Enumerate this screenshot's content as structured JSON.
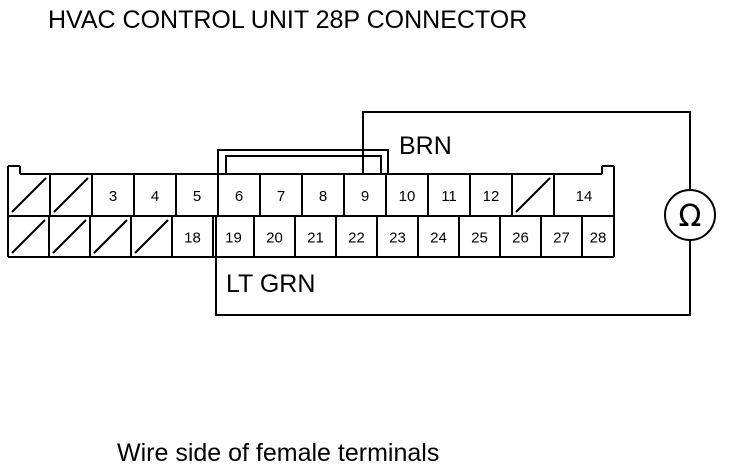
{
  "diagram": {
    "title": "HVAC CONTROL UNIT 28P CONNECTOR",
    "wire_top_label": "BRN",
    "wire_bottom_label": "LT GRN",
    "meter_symbol": "Ω",
    "caption": "Wire side of female terminals",
    "top_row": [
      "",
      "",
      "3",
      "4",
      "5",
      "6",
      "7",
      "8",
      "9",
      "10",
      "11",
      "12",
      "",
      "14"
    ],
    "bottom_row": [
      "",
      "",
      "",
      "",
      "18",
      "19",
      "20",
      "21",
      "22",
      "23",
      "24",
      "25",
      "26",
      "27",
      "28"
    ]
  }
}
